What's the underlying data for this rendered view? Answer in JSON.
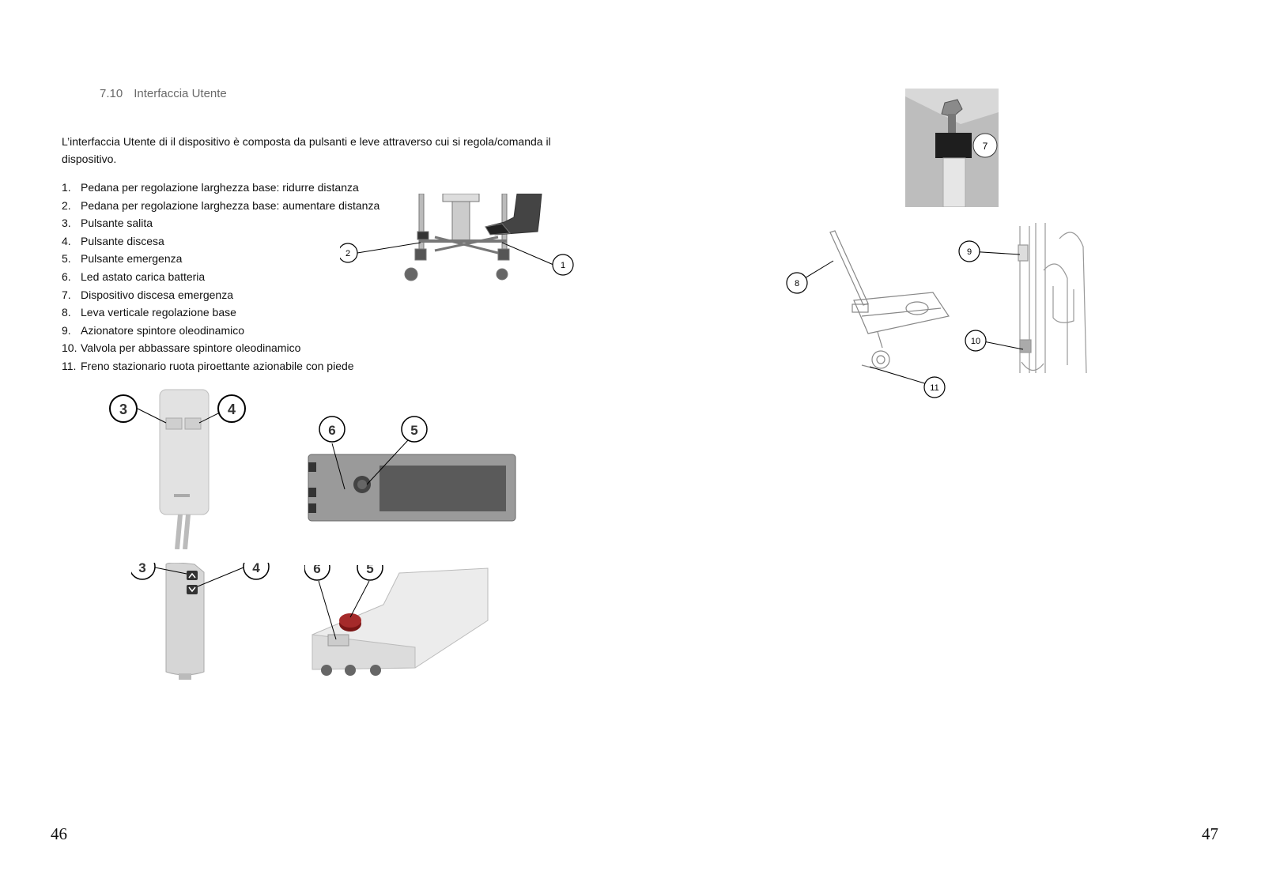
{
  "left_page": {
    "section_number": "7.10",
    "section_title": "Interfaccia Utente",
    "intro": "L’interfaccia Utente di il dispositivo è composta da pulsanti e leve attraverso cui si regola/comanda il dispositivo.",
    "items": [
      {
        "num": "1.",
        "text": "Pedana per regolazione larghezza base: ridurre distanza"
      },
      {
        "num": "2.",
        "text": "Pedana per regolazione larghezza base: aumentare distanza"
      },
      {
        "num": "3.",
        "text": "Pulsante salita"
      },
      {
        "num": "4.",
        "text": "Pulsante discesa"
      },
      {
        "num": "5.",
        "text": "Pulsante emergenza"
      },
      {
        "num": "6.",
        "text": "Led astato carica batteria"
      },
      {
        "num": "7.",
        "text": "Dispositivo discesa emergenza"
      },
      {
        "num": "8.",
        "text": "Leva verticale regolazione base"
      },
      {
        "num": "9.",
        "text": "Azionatore spintore oleodinamico"
      },
      {
        "num": "10.",
        "text": "Valvola per abbassare spintore oleodinamico"
      },
      {
        "num": "11.",
        "text": "Freno stazionario ruota piroettante azionabile con piede"
      }
    ],
    "page_number": "46"
  },
  "right_page": {
    "page_number": "47"
  },
  "callouts": {
    "c1": "1",
    "c2": "2",
    "c3a": "3",
    "c4a": "4",
    "c6a": "6",
    "c5a": "5",
    "c3b": "3",
    "c4b": "4",
    "c6b": "6",
    "c5b": "5",
    "c7": "7",
    "c8": "8",
    "c9": "9",
    "c10": "10",
    "c11": "11"
  }
}
